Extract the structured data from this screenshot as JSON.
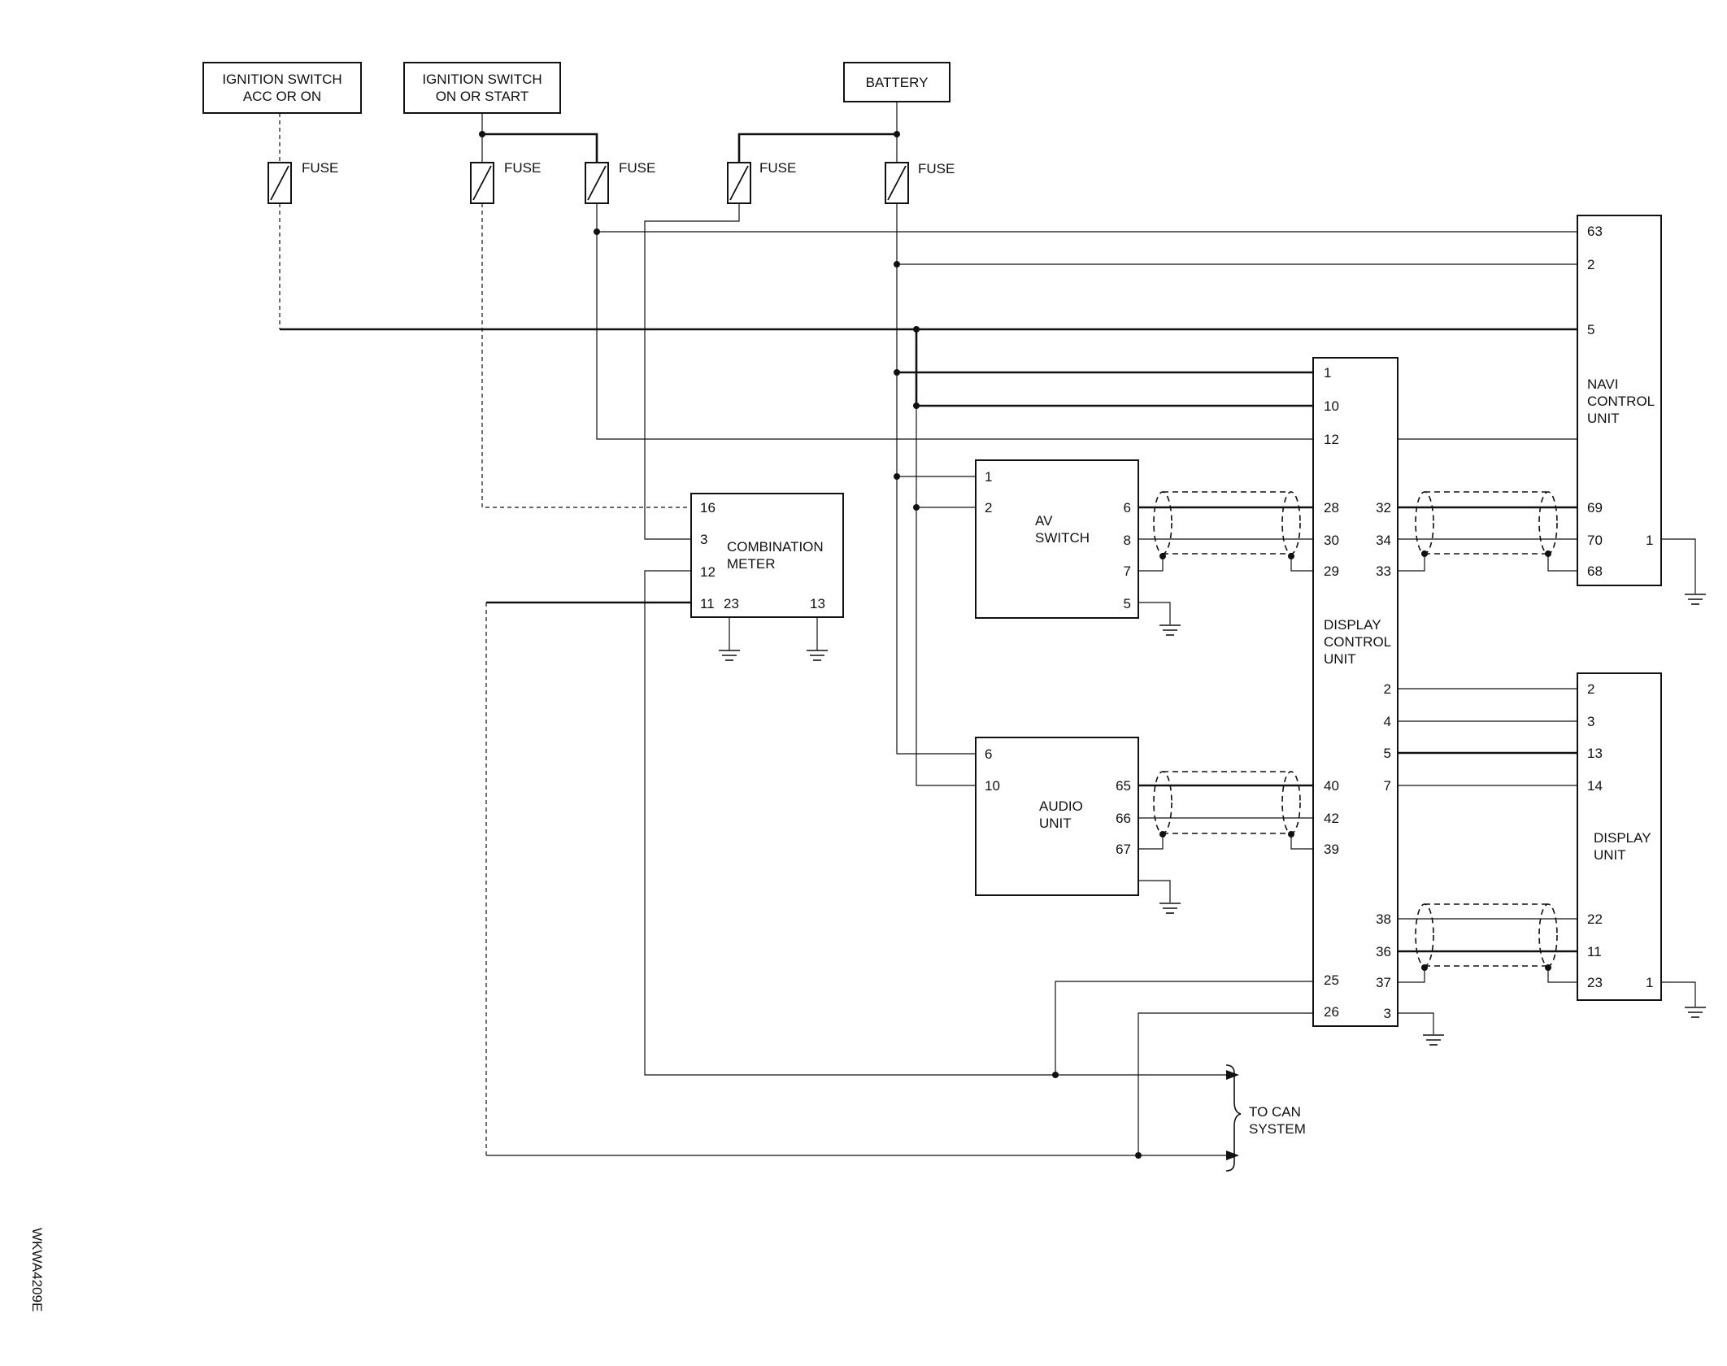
{
  "sources": {
    "ign_acc": [
      "IGNITION SWITCH",
      "ACC OR ON"
    ],
    "ign_on": [
      "IGNITION SWITCH",
      "ON OR START"
    ],
    "battery": "BATTERY"
  },
  "fuse_label": "FUSE",
  "components": {
    "combination_meter": [
      "COMBINATION",
      "METER"
    ],
    "av_switch": [
      "AV",
      "SWITCH"
    ],
    "audio_unit": [
      "AUDIO",
      "UNIT"
    ],
    "display_control_unit": [
      "DISPLAY",
      "CONTROL",
      "UNIT"
    ],
    "navi_control_unit": [
      "NAVI",
      "CONTROL",
      "UNIT"
    ],
    "display_unit": [
      "DISPLAY",
      "UNIT"
    ]
  },
  "to_can": [
    "TO CAN",
    "SYSTEM"
  ],
  "figure_id": "WKWA4209E",
  "pins": {
    "navi_left": [
      "63",
      "2",
      "5",
      "69",
      "70",
      "68"
    ],
    "navi_right": "1",
    "dcu_left": [
      "1",
      "10",
      "12",
      "28",
      "30",
      "29",
      "40",
      "42",
      "39",
      "25",
      "26"
    ],
    "dcu_right": [
      "32",
      "34",
      "33",
      "2",
      "4",
      "5",
      "7",
      "38",
      "36",
      "37",
      "3"
    ],
    "combination_meter": [
      "16",
      "3",
      "12",
      "11",
      "23",
      "13"
    ],
    "av_switch_left": [
      "1",
      "2"
    ],
    "av_switch_right": [
      "6",
      "8",
      "7",
      "5"
    ],
    "audio_left": [
      "6",
      "10"
    ],
    "audio_right": [
      "65",
      "66",
      "67"
    ],
    "display_unit_left": [
      "2",
      "3",
      "13",
      "14",
      "22",
      "11",
      "23"
    ],
    "display_unit_right": "1"
  }
}
